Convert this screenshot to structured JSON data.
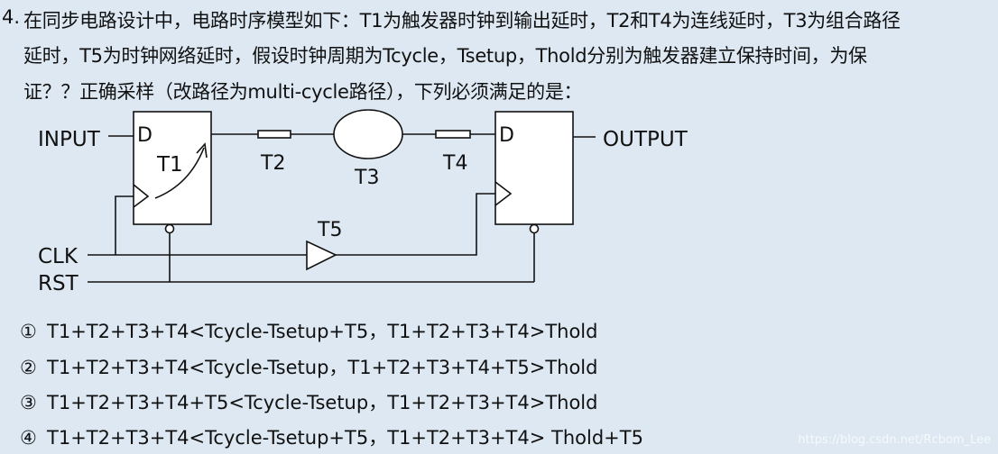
{
  "question": {
    "number": "4.",
    "lines": [
      "在同步电路设计中，电路时序模型如下：T1为触发器时钟到输出延时，T2和T4为连线延时，T3为组合路径",
      "延时，T5为时钟网络延时，假设时钟周期为Tcycle，Tsetup，Thold分别为触发器建立保持时间，为保",
      "证？？正确采样（改路径为multi-cycle路径），下列必须满足的是："
    ]
  },
  "diagram": {
    "labels": {
      "input": "INPUT",
      "output": "OUTPUT",
      "clk": "CLK",
      "rst": "RST",
      "ff1_d": "D",
      "ff2_d": "D",
      "t1": "T1",
      "t2": "T2",
      "t3": "T3",
      "t4": "T4",
      "t5": "T5"
    }
  },
  "options": [
    {
      "mark": "①",
      "text": "T1+T2+T3+T4<Tcycle-Tsetup+T5，T1+T2+T3+T4>Thold"
    },
    {
      "mark": "②",
      "text": "T1+T2+T3+T4<Tcycle-Tsetup，T1+T2+T3+T4+T5>Thold"
    },
    {
      "mark": "③",
      "text": "T1+T2+T3+T4+T5<Tcycle-Tsetup，T1+T2+T3+T4>Thold"
    },
    {
      "mark": "④",
      "text": "T1+T2+T3+T4<Tcycle-Tsetup+T5，T1+T2+T3+T4> Thold+T5"
    }
  ],
  "watermark": "https://blog.csdn.net/Rcbom_Lee"
}
